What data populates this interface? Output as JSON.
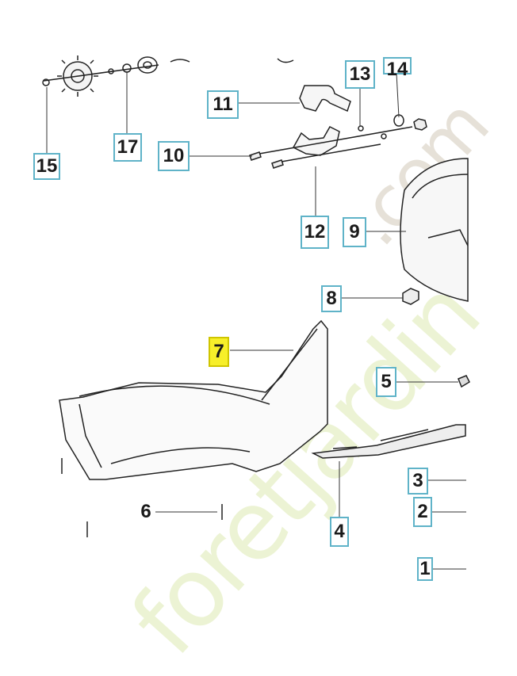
{
  "diagram": {
    "callouts": [
      {
        "id": "c15",
        "label": "15"
      },
      {
        "id": "c17",
        "label": "17"
      },
      {
        "id": "c10",
        "label": "10"
      },
      {
        "id": "c11",
        "label": "11"
      },
      {
        "id": "c13",
        "label": "13"
      },
      {
        "id": "c14",
        "label": "14"
      },
      {
        "id": "c12",
        "label": "12"
      },
      {
        "id": "c9",
        "label": "9"
      },
      {
        "id": "c8",
        "label": "8"
      },
      {
        "id": "c7",
        "label": "7"
      },
      {
        "id": "c5",
        "label": "5"
      },
      {
        "id": "c3",
        "label": "3"
      },
      {
        "id": "c2",
        "label": "2"
      },
      {
        "id": "c4",
        "label": "4"
      },
      {
        "id": "c6",
        "label": "6"
      },
      {
        "id": "c1",
        "label": "1"
      }
    ],
    "highlighted_part": "7",
    "watermark": {
      "text": "foretjardin",
      "suffix": ".com"
    },
    "colors": {
      "callout_border": "#5fb3c8",
      "highlight": "#f7ef2a",
      "line": "#333333",
      "watermark_green": "#e4efc2",
      "watermark_grey": "#e2ddd4"
    }
  }
}
